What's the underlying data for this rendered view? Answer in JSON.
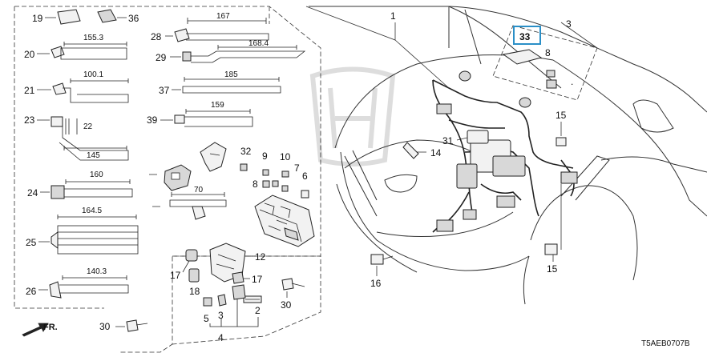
{
  "diagram": {
    "code": "T5AEB0707B",
    "direction_label": "FR.",
    "highlighted_part": "33",
    "callouts": {
      "c1": "1",
      "c2": "2",
      "c3": "3",
      "c4": "4",
      "c5": "5",
      "c6": "6",
      "c7": "7",
      "c8a": "8",
      "c8b": "8",
      "c9": "9",
      "c10": "10",
      "c12": "12",
      "c14": "14",
      "c15a": "15",
      "c15b": "15",
      "c16": "16",
      "c17a": "17",
      "c17b": "17",
      "c18": "18",
      "c19": "19",
      "c20": "20",
      "c21": "21",
      "c23": "23",
      "c24": "24",
      "c25": "25",
      "c26": "26",
      "c28": "28",
      "c29": "29",
      "c30a": "30",
      "c30b": "30",
      "c31": "31",
      "c32": "32",
      "c33": "33",
      "c36": "36",
      "c37": "37",
      "c39": "39"
    },
    "dimensions": {
      "d155_3": "155.3",
      "d100_1": "100.1",
      "d22": "22",
      "d145": "145",
      "d160": "160",
      "d164_5": "164.5",
      "d140_3": "140.3",
      "d167": "167",
      "d168_4": "168.4",
      "d185": "185",
      "d159": "159",
      "d70": "70"
    }
  }
}
